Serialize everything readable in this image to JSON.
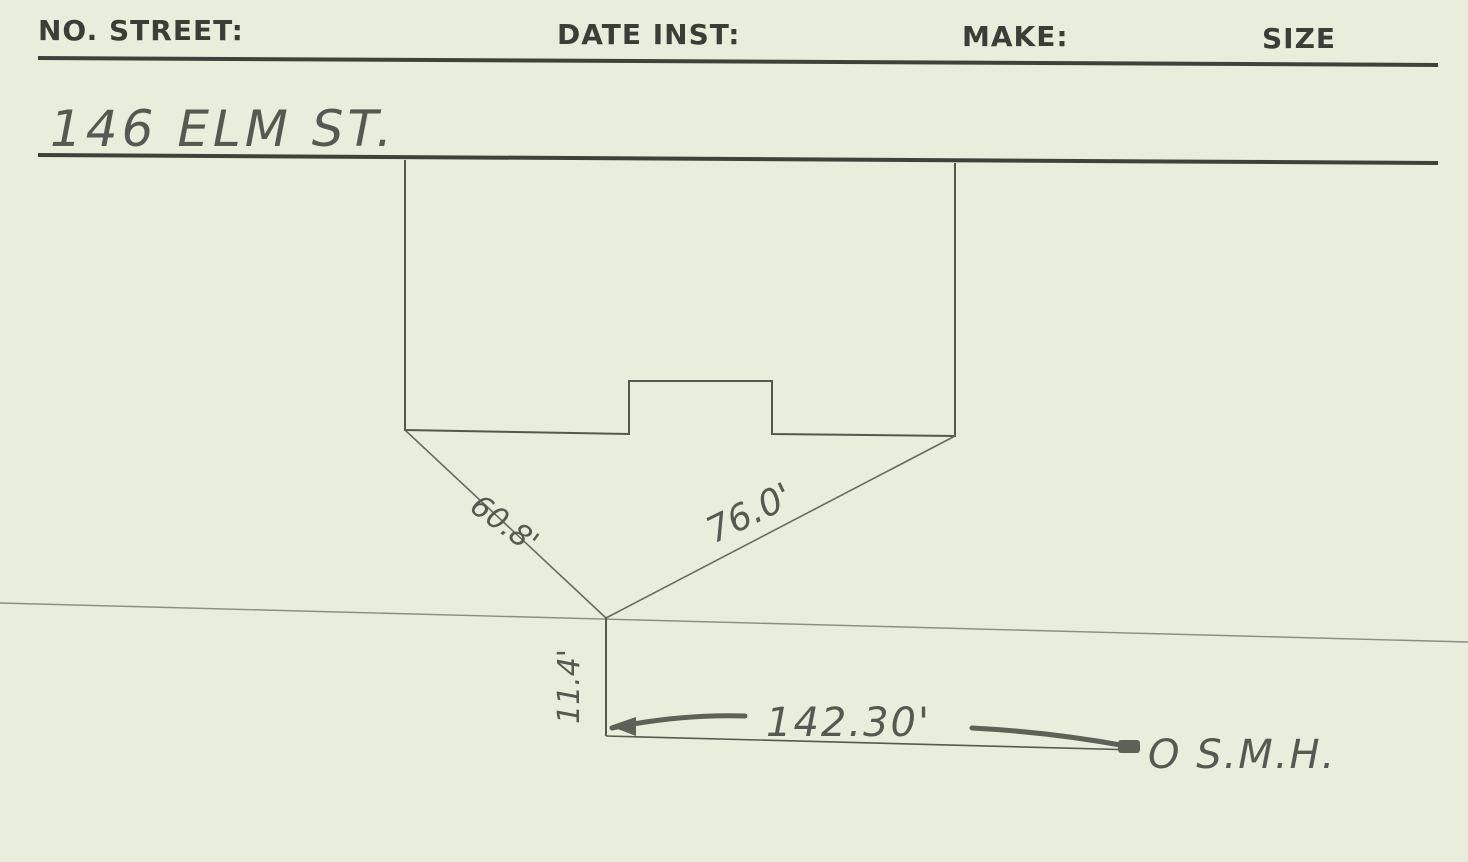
{
  "header": {
    "no_street_label": "NO. STREET:",
    "date_inst_label": "DATE INST:",
    "make_label": "MAKE:",
    "size_label": "SIZE"
  },
  "address": "146 ELM ST.",
  "measurements": {
    "left_diagonal": "60.8'",
    "right_diagonal": "76.0'",
    "vertical_offset": "11.4'",
    "horizontal_distance": "142.30'",
    "reference_point": "O S.M.H."
  },
  "colors": {
    "card": "#e9eddb",
    "print_ink": "#3b3d38",
    "pencil": "#555952"
  }
}
